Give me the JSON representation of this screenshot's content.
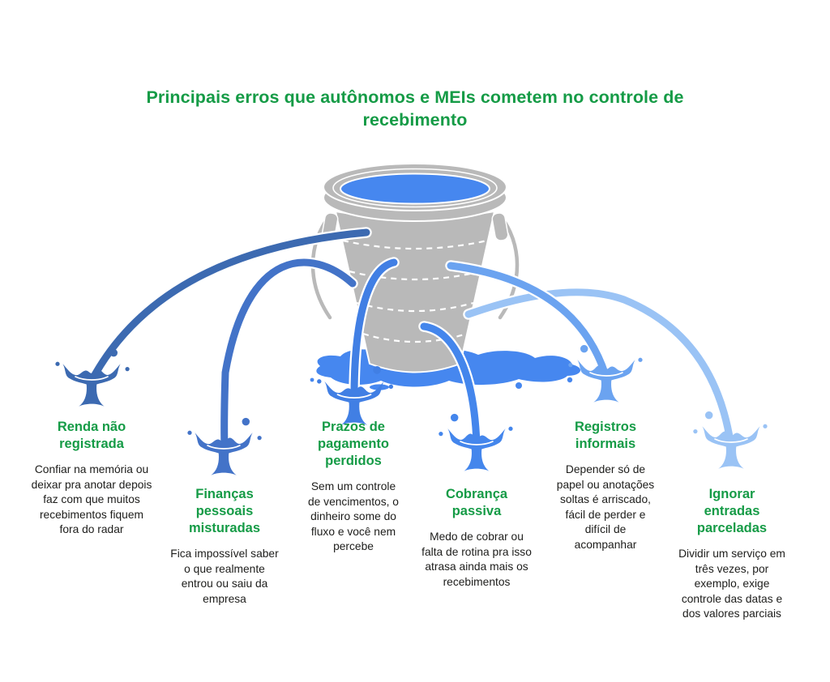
{
  "title": "Principais erros que autônomos e MEIs cometem no controle de recebimento",
  "colors": {
    "heading_green": "#159B46",
    "body_text": "#1d1d1b",
    "bucket_gray": "#B9B9B9",
    "water": "#4687EF"
  },
  "items": [
    {
      "heading": "Renda não registrada",
      "body": "Confiar na memória ou deixar pra anotar depois faz com que muitos recebimentos fiquem fora do radar",
      "stream_color": "#3C6AB1"
    },
    {
      "heading": "Finanças pessoais misturadas",
      "body": "Fica impossível saber o que realmente entrou ou saiu da empresa",
      "stream_color": "#4373C8"
    },
    {
      "heading": "Prazos de pagamento perdidos",
      "body": "Sem um controle de vencimentos, o dinheiro some do fluxo e você nem percebe",
      "stream_color": "#417FE4"
    },
    {
      "heading": "Cobrança passiva",
      "body": "Medo de cobrar ou falta de rotina pra isso atrasa ainda mais os recebimentos",
      "stream_color": "#4486EC"
    },
    {
      "heading": "Registros informais",
      "body": "Depender só de papel ou anotações soltas é arriscado, fácil de perder e difícil de acompanhar",
      "stream_color": "#6BA3F0"
    },
    {
      "heading": "Ignorar entradas parceladas",
      "body": "Dividir um serviço em três vezes, por exemplo, exige controle das datas e dos valores parciais",
      "stream_color": "#9AC3F5"
    }
  ]
}
